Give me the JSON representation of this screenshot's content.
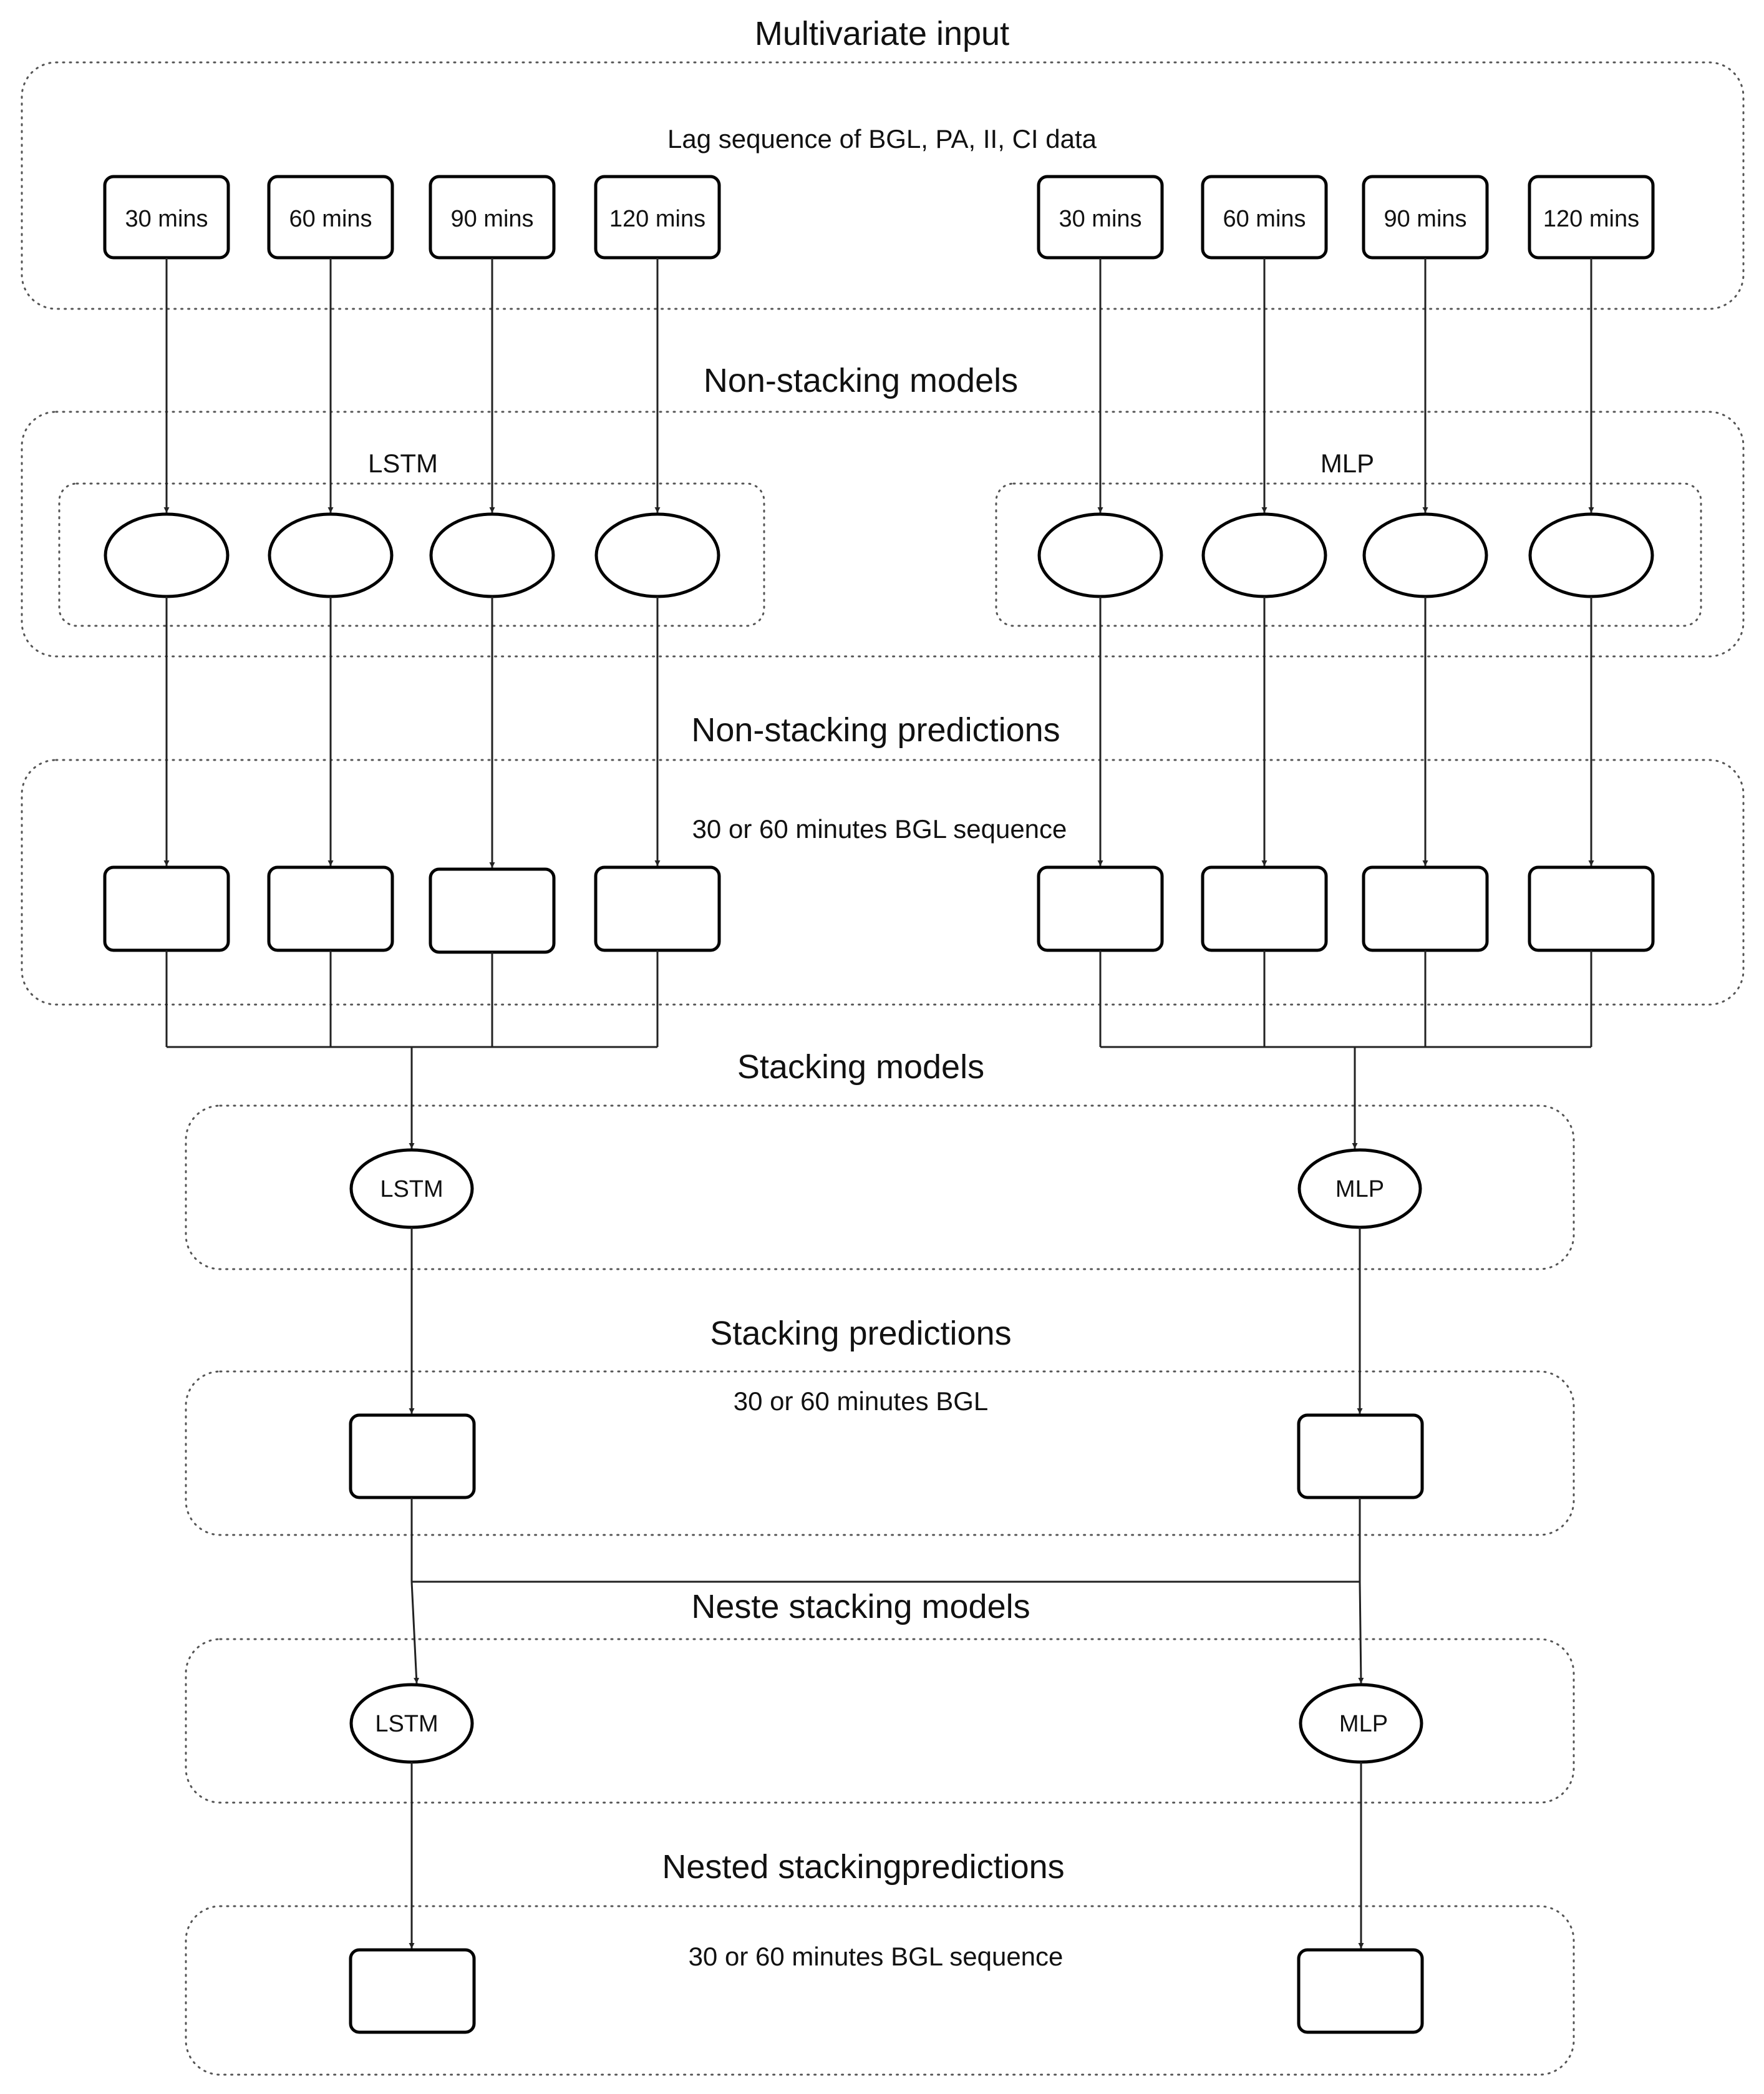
{
  "sections": {
    "multivariate_input": "Multivariate input",
    "non_stacking_models": "Non-stacking models",
    "non_stacking_predictions": "Non-stacking predictions",
    "stacking_models": "Stacking models",
    "stacking_predictions": "Stacking predictions",
    "nested_stacking_models": "Neste stacking models",
    "nested_stacking_predictions": "Nested stackingpredictions"
  },
  "notes": {
    "lag_sequence": "Lag sequence of BGL, PA, II, CI data",
    "non_stacking_output": "30 or 60 minutes BGL sequence",
    "stacking_output": "30 or 60 minutes BGL",
    "nested_output": "30 or 60 minutes BGL sequence"
  },
  "base_models": {
    "left_group": "LSTM",
    "right_group": "MLP"
  },
  "lag_inputs_left": [
    "30 mins",
    "60 mins",
    "90 mins",
    "120 mins"
  ],
  "lag_inputs_right": [
    "30 mins",
    "60 mins",
    "90 mins",
    "120 mins"
  ],
  "stacking_nodes": {
    "left": "LSTM",
    "right": "MLP"
  },
  "nested_nodes": {
    "left": "LSTM",
    "right": "MLP"
  }
}
